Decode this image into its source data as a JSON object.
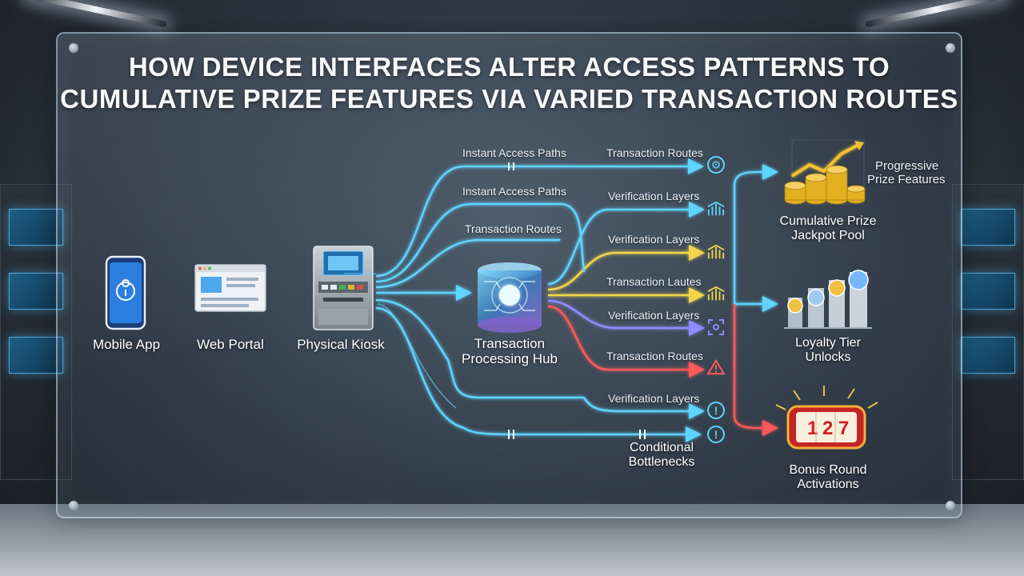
{
  "title": {
    "line1": "HOW DEVICE INTERFACES ALTER ACCESS PATTERNS TO",
    "line2": "CUMULATIVE PRIZE FEATURES VIA VARIED TRANSACTION ROUTES"
  },
  "devices": [
    {
      "label": "Mobile App",
      "icon": "smartphone-icon"
    },
    {
      "label": "Web Portal",
      "icon": "browser-window-icon"
    },
    {
      "label": "Physical Kiosk",
      "icon": "kiosk-icon"
    }
  ],
  "path_labels_left": [
    "Instant Access Paths",
    "Instant Access Paths",
    "Transaction Routes"
  ],
  "hub": {
    "line1": "Transaction",
    "line2": "Processing Hub",
    "icon": "database-hub-icon"
  },
  "route_labels": [
    {
      "text": "Transaction Routes",
      "icon": "gear-badge-icon",
      "color": "#5fd4ff"
    },
    {
      "text": "Verification Layers",
      "icon": "signal-bars-icon",
      "color": "#5fd4ff"
    },
    {
      "text": "Verification Layers",
      "icon": "signal-bars-icon",
      "color": "#f2d54a"
    },
    {
      "text": "Transaction Lautes",
      "icon": "signal-bars-icon",
      "color": "#f2d54a"
    },
    {
      "text": "Verification Layers",
      "icon": "scan-frame-icon",
      "color": "#8f8cff"
    },
    {
      "text": "Transaction Routes",
      "icon": "warning-triangle-icon",
      "color": "#ff5a5a"
    },
    {
      "text": "Verification Layers",
      "icon": "alert-circle-icon",
      "color": "#5fd4ff"
    }
  ],
  "bottleneck": {
    "line1": "Conditional",
    "line2": "Bottlenecks",
    "icon": "alert-circle-icon"
  },
  "outcomes": [
    {
      "line1": "Cumulative Prize",
      "line2": "Jackpot Pool",
      "icon": "coin-stacks-chart-icon",
      "side_line1": "Progressive",
      "side_line2": "Prize Features"
    },
    {
      "line1": "Loyalty Tier",
      "line2": "Unlocks",
      "icon": "tier-medals-icon"
    },
    {
      "line1": "Bonus Round",
      "line2": "Activations",
      "icon": "slot-machine-icon"
    }
  ],
  "colors": {
    "cyan": "#5fd4ff",
    "yellow": "#f2d54a",
    "purple": "#8f8cff",
    "red": "#ff5a5a"
  }
}
